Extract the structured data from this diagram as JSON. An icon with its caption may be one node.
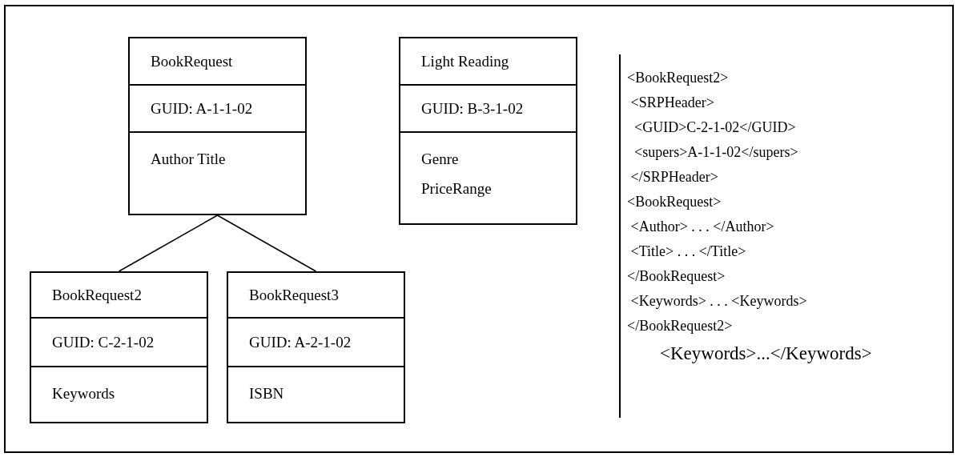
{
  "diagram": {
    "nodes": [
      {
        "text": [
          "BookRequest",
          "GUID: A-1-1-02",
          "Author Title"
        ]
      },
      {
        "text": [
          "Light Reading",
          "GUID: B-3-1-02",
          "Genre PriceRange"
        ]
      },
      {
        "text": [
          "BookRequest2",
          "GUID: C-2-1-02",
          "Keywords"
        ]
      },
      {
        "text": [
          "BookRequest3",
          "GUID: A-2-1-02",
          "ISBN"
        ]
      }
    ],
    "edges": [
      {
        "from": 0,
        "to": 2,
        "arrow": "none"
      },
      {
        "from": 0,
        "to": 3,
        "arrow": "none"
      }
    ],
    "labels": [
      "<BookRequest2>",
      " <SRPHeader>",
      "  <GUID>C-2-1-02</GUID>",
      "  <supers>A-1-1-02</supers>",
      " </SRPHeader>",
      "<BookRequest>",
      " <Author> . . . </Author>",
      " <Title> . . . </Title>",
      "</BookRequest>",
      " <Keywords> . . . <Keywords>",
      "</BookRequest2>",
      "<Keywords>...</Keywords>"
    ]
  }
}
